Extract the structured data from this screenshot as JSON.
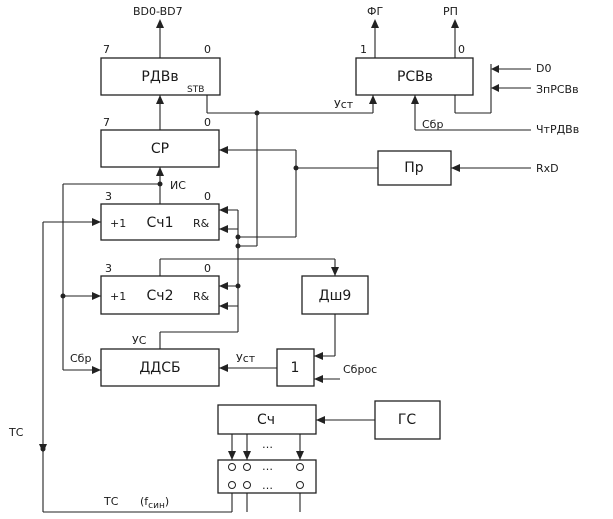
{
  "blocks": {
    "rdvv": "РДВв",
    "rsvv": "РСВв",
    "sr": "СР",
    "pr": "Пр",
    "sch1": "Сч1",
    "sch2": "Сч2",
    "dsh9": "Дш9",
    "ddsb": "ДДСБ",
    "or1": "1",
    "sch": "Сч",
    "gs": "ГС"
  },
  "labels": {
    "bd_bus": "BD0-BD7",
    "fg": "ФГ",
    "rp": "РП",
    "d0": "D0",
    "zprsvv": "ЗпРСВв",
    "chtrdvv": "ЧтРДВв",
    "rxd": "RxD",
    "sbros": "Сброс",
    "tc_left": "ТС",
    "tc_bottom": "ТС",
    "fsin_open": "(f",
    "fsin_sub": "син",
    "fsin_close": ")"
  },
  "pins": {
    "rdvv_7": "7",
    "rdvv_0": "0",
    "rdvv_stb": "STB",
    "rsvv_1": "1",
    "rsvv_0": "0",
    "rsvv_ust": "Уст",
    "rsvv_sbr": "Сбр",
    "sr_7": "7",
    "sr_0": "0",
    "sr_is": "ИС",
    "sch1_3": "3",
    "sch1_0": "0",
    "sch1_plus": "+1",
    "sch1_r": "R&",
    "sch2_3": "3",
    "sch2_0": "0",
    "sch2_plus": "+1",
    "sch2_r": "R&",
    "ddsb_us": "УС",
    "ddsb_sbr": "Сбр",
    "ddsb_ust": "Уст",
    "ellipsis_top": "…",
    "ellipsis_mid": "…",
    "ellipsis_bot": "…"
  }
}
